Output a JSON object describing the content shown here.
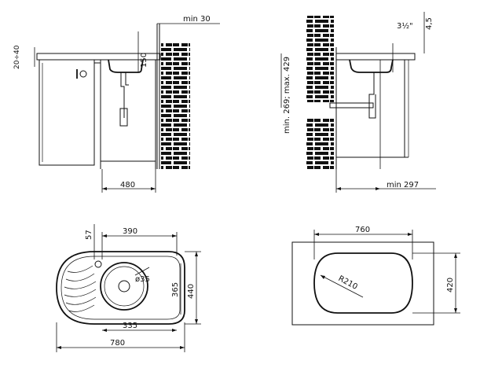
{
  "colors": {
    "ink": "#111111",
    "paper": "#ffffff"
  },
  "views": {
    "side_view_left": {
      "dim_min": "min 30",
      "dim_countertop": "20÷40",
      "dim_depth": "150",
      "dim_width": "480"
    },
    "side_view_right": {
      "dim_top": "4,5",
      "dim_drain": "3½\"",
      "dim_height": "min. 269; max. 429",
      "dim_min": "min 297"
    },
    "plan_view": {
      "dim_57": "57",
      "dim_390": "390",
      "dim_o35": "ø35",
      "dim_365": "365",
      "dim_440": "440",
      "dim_335": "335",
      "dim_780": "780"
    },
    "cutout_view": {
      "dim_760": "760",
      "dim_r210": "R210",
      "dim_420": "420"
    }
  }
}
